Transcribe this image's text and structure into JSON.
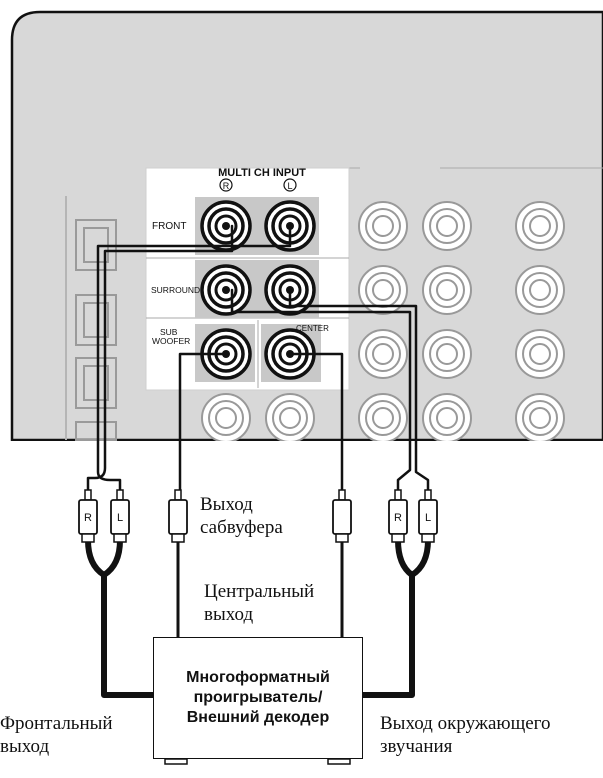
{
  "panel": {
    "header": "MULTI CH INPUT",
    "right_marker": "R",
    "left_marker": "L",
    "row_front": "FRONT",
    "row_surround": "SURROUND",
    "row_subwoofer": "SUB\nWOOFER",
    "row_center": "CENTER"
  },
  "plugs": {
    "front_right": "R",
    "front_left": "L",
    "surround_right": "R",
    "surround_left": "L"
  },
  "labels": {
    "subwoofer_out": "Выход\nсабвуфера",
    "center_out": "Центральный\nвыход",
    "front_out": "Фронтальный\nвыход",
    "surround_out": "Выход окружающего\nзвучания"
  },
  "device": {
    "title": "Многоформатный\nпроигрыватель/\nВнешний декодер"
  },
  "colors": {
    "panel_fill": "#d8d8d8",
    "cable": "#111111",
    "jack_ring": "#111111"
  }
}
